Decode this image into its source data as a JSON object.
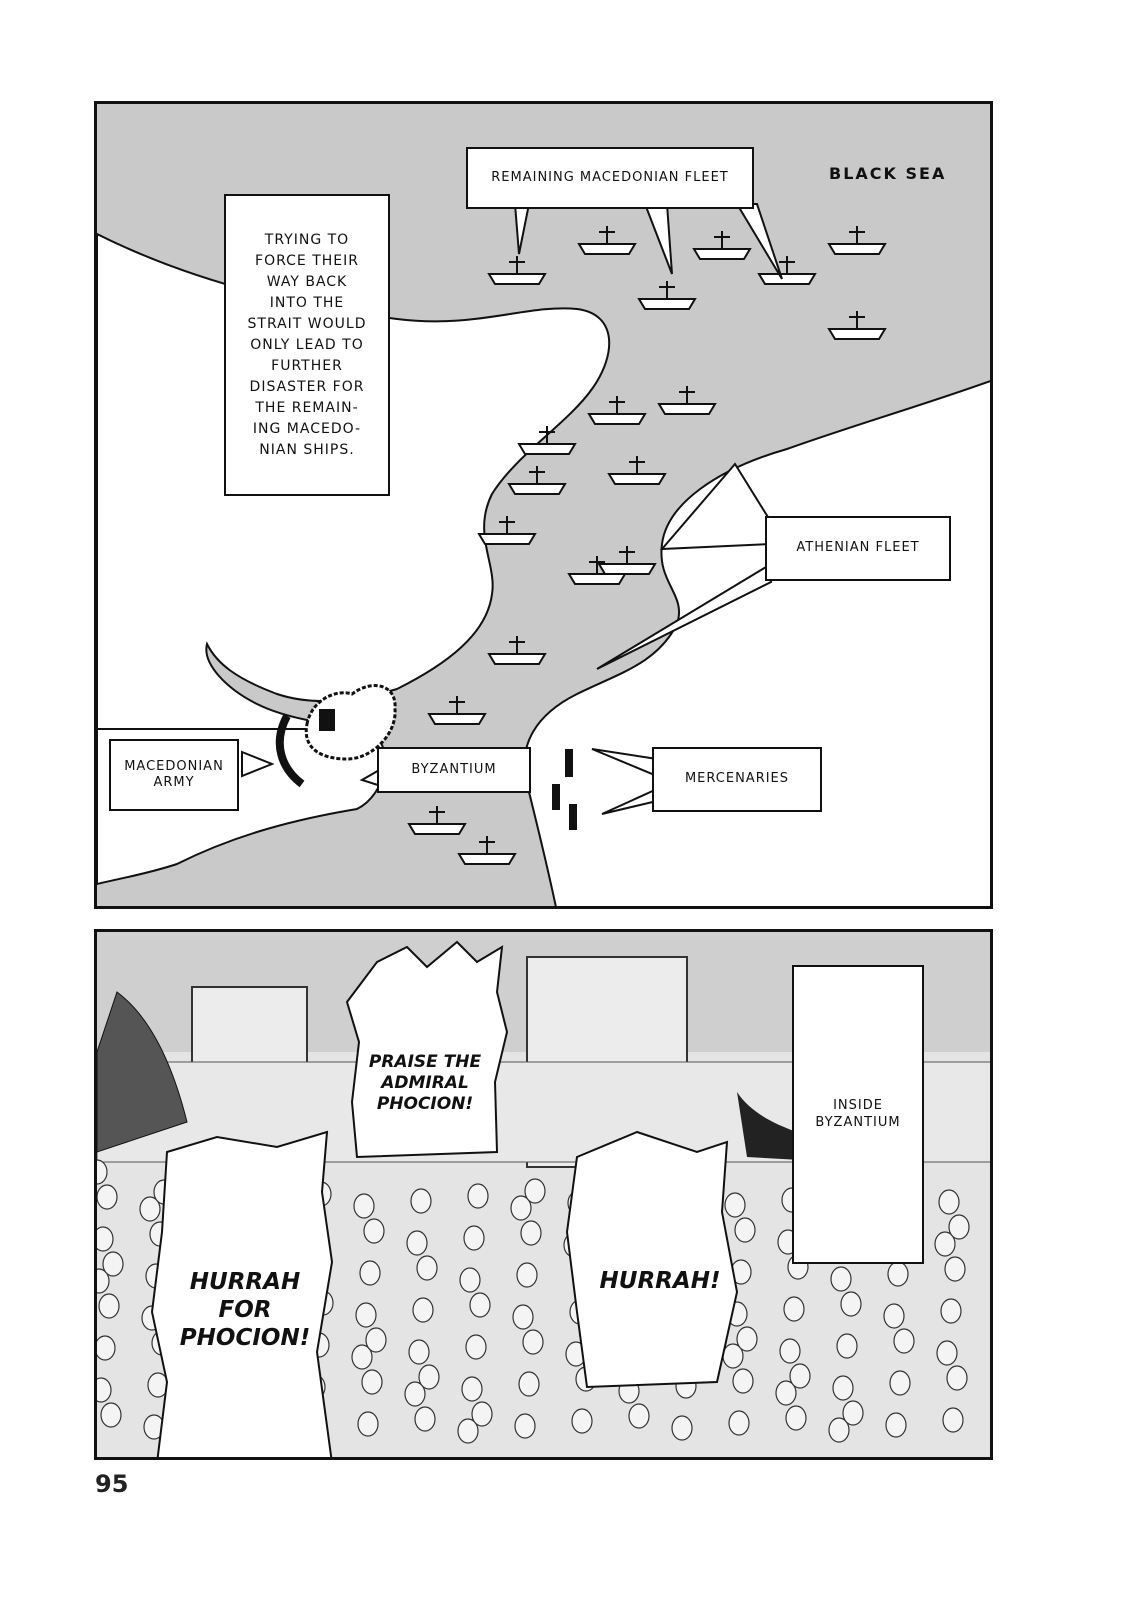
{
  "map_panel": {
    "sea_label": "BLACK SEA",
    "fleet_label": "REMAINING MACEDONIAN FLEET",
    "narration_lines": [
      "TRYING TO",
      "FORCE THEIR",
      "WAY BACK",
      "INTO THE",
      "STRAIT WOULD",
      "ONLY LEAD TO",
      "FURTHER",
      "DISASTER FOR",
      "THE REMAIN-",
      "ING MACEDO-",
      "NIAN SHIPS."
    ],
    "athenian_label": "ATHENIAN FLEET",
    "army_label_lines": [
      "MACEDONIAN",
      "ARMY"
    ],
    "city_label": "BYZANTIUM",
    "mercenaries_label": "MERCENARIES"
  },
  "crowd_panel": {
    "bubble_praise_lines": [
      "PRAISE THE",
      "ADMIRAL",
      "PHOCION!"
    ],
    "bubble_hurrah_phocion_lines": [
      "HURRAH",
      "FOR",
      "PHOCION!"
    ],
    "bubble_hurrah": "HURRAH!",
    "caption_lines": [
      "INSIDE",
      "BYZANTIUM"
    ]
  },
  "page_number": "95",
  "colors": {
    "sea": "#c9c9c9",
    "land": "#ffffff",
    "ink": "#111111"
  }
}
